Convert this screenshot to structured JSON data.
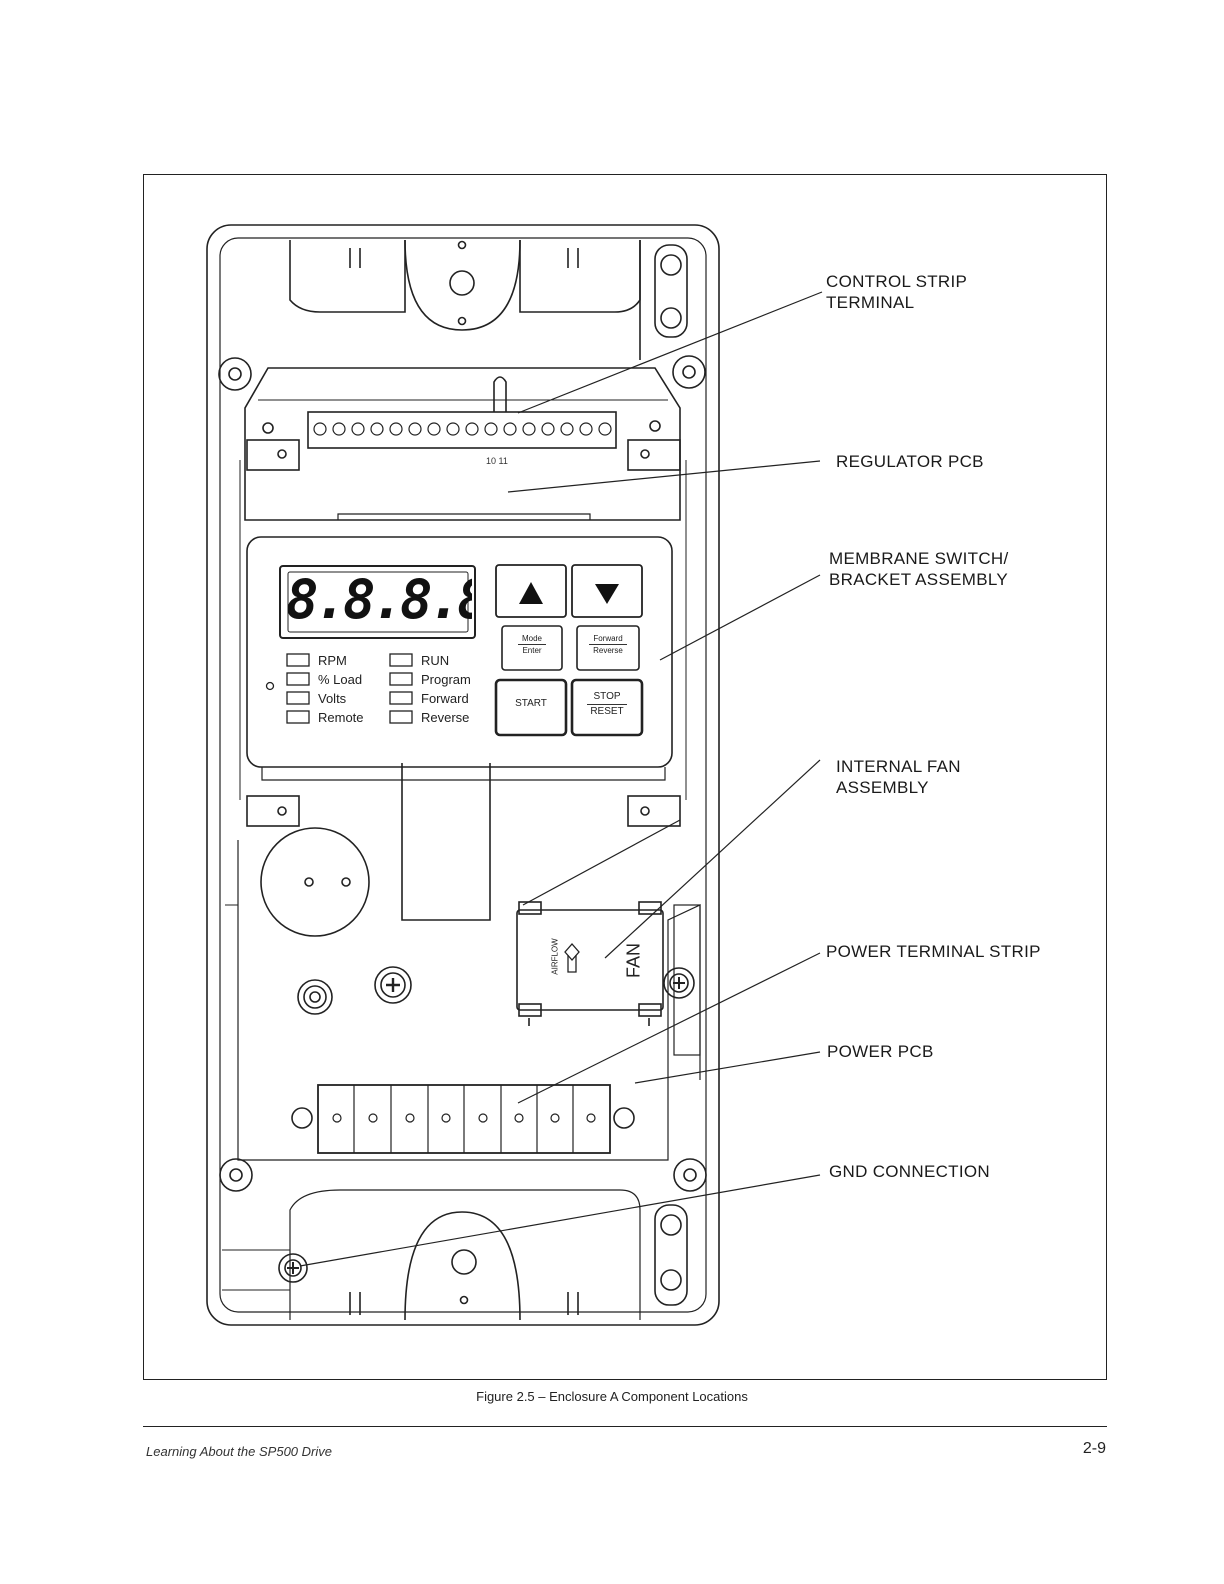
{
  "figure": {
    "caption": "Figure 2.5 – Enclosure A Component Locations",
    "callouts": {
      "control_strip": [
        "CONTROL STRIP",
        "TERMINAL"
      ],
      "regulator_pcb": [
        "REGULATOR PCB"
      ],
      "membrane_switch": [
        "MEMBRANE SWITCH/",
        "BRACKET ASSEMBLY"
      ],
      "internal_fan": [
        "INTERNAL FAN",
        "ASSEMBLY"
      ],
      "power_terminal_strip": [
        "POWER TERMINAL STRIP"
      ],
      "power_pcb": [
        "POWER PCB"
      ],
      "gnd_connection": [
        "GND CONNECTION"
      ]
    },
    "keypad": {
      "display": "8.8.8.8.",
      "terminal_label": "10 11",
      "leds_left": [
        "RPM",
        "% Load",
        "Volts",
        "Remote"
      ],
      "leds_right": [
        "RUN",
        "Program",
        "Forward",
        "Reverse"
      ],
      "up_icon": "up-arrow-icon",
      "down_icon": "down-arrow-icon",
      "mode_key": [
        "Mode",
        "Enter"
      ],
      "fwd_rev_key": [
        "Forward",
        "Reverse"
      ],
      "start_key": "START",
      "stop_key": [
        "STOP",
        "RESET"
      ]
    },
    "fan": {
      "label": "FAN",
      "airflow": "AIRFLOW"
    }
  },
  "footer": {
    "left": "Learning About the SP500 Drive",
    "right": "2-9"
  }
}
